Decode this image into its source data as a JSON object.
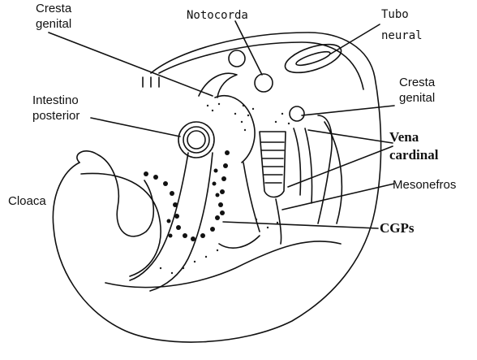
{
  "labels": {
    "cresta_genital_left": [
      "Cresta",
      "genital"
    ],
    "notocorda": "Notocorda",
    "tubo_neural": [
      "Tubo",
      "neural"
    ],
    "intestino_posterior": [
      "Intestino",
      "posterior"
    ],
    "cresta_genital_right": [
      "Cresta",
      "genital"
    ],
    "vena_cardinal": [
      "Vena",
      "cardinal"
    ],
    "mesonefros": "Mesonefros",
    "cloaca": "Cloaca",
    "cgps": "CGPs"
  },
  "colors": {
    "ink": "#111111",
    "background": "#ffffff"
  }
}
